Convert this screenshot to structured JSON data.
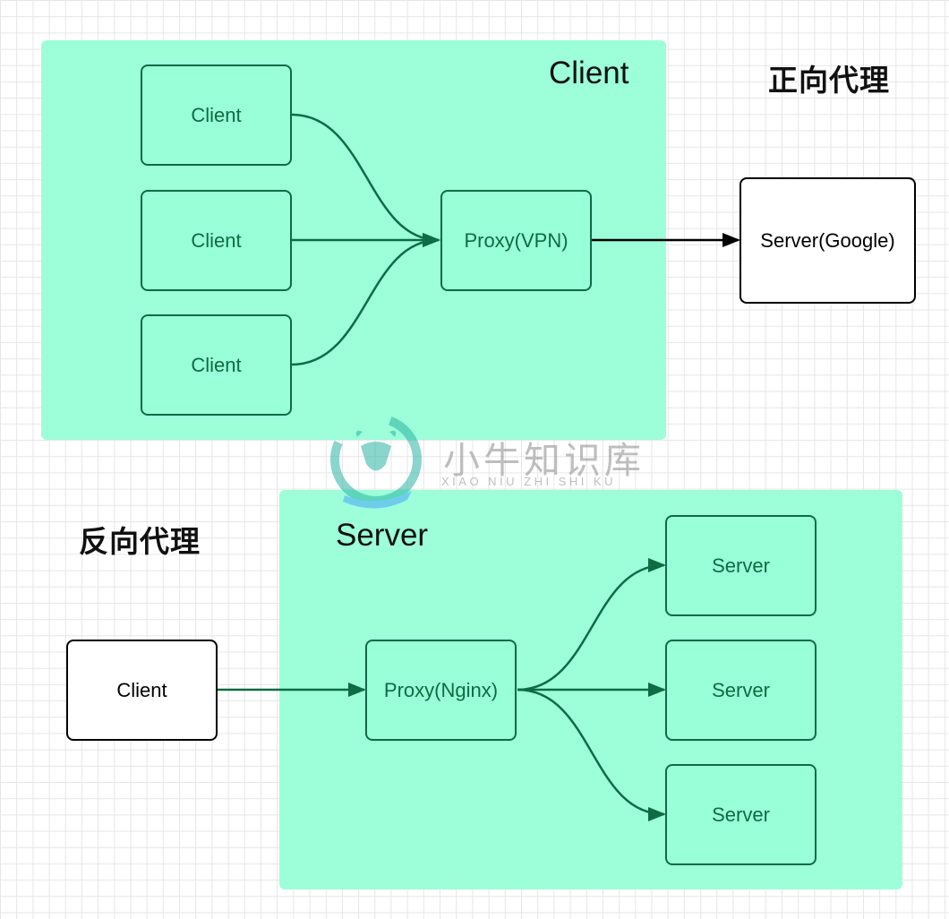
{
  "forward": {
    "region_label": "Client",
    "title": "正向代理",
    "clients": [
      "Client",
      "Client",
      "Client"
    ],
    "proxy": "Proxy(VPN)",
    "server": "Server(Google)"
  },
  "reverse": {
    "region_label": "Server",
    "title": "反向代理",
    "client": "Client",
    "proxy": "Proxy(Nginx)",
    "servers": [
      "Server",
      "Server",
      "Server"
    ]
  },
  "watermark": {
    "text": "小牛知识库",
    "subtext": "XIAO NIU ZHI SHI KU"
  },
  "colors": {
    "region_fill": "#99ffd8",
    "node_stroke": "#0e6b43",
    "arrow_green": "#0e6b43",
    "arrow_black": "#000000"
  }
}
